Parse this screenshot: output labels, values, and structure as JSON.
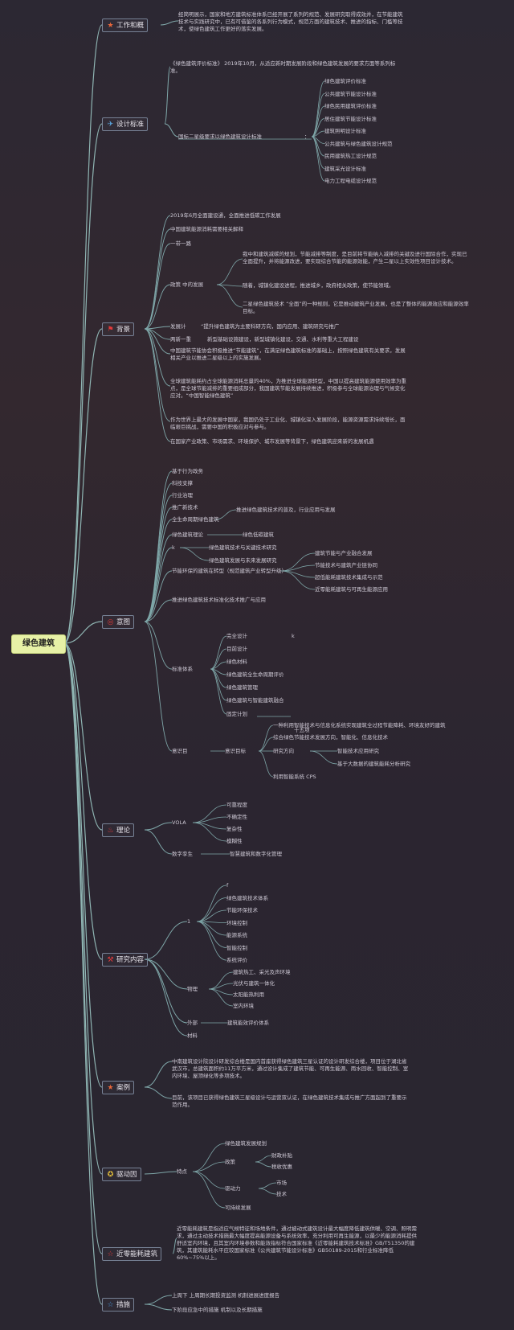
{
  "root": "绿色建筑",
  "branches": {
    "b1": {
      "icon": "star-icon",
      "label": "工作和概",
      "color": "#e8673a",
      "t1": "经简明展示，国家和地方建筑标准体系已经开展了系列的规范、发展研究取得成效并，在节能建筑技术与实践研究中，已有可借鉴的各系列行为模式，规范方面的建筑技术、推进的指标、门槛等技术，使绿色建筑工作更好的落实发展。"
    },
    "b2": {
      "icon": "paper-plane-icon",
      "label": "设计标准",
      "color": "#5aa6e0",
      "t1": "《绿色建筑评价标准》 2019年10月，从适应新时期发展阶段和绿色建筑发展的要求方面等系列标准。",
      "t2": "国标二星级要求以绿色建筑设计标准",
      "t3": "：",
      "items": [
        "绿色建筑评价标准",
        "公共建筑节能设计标准",
        "绿色民用建筑评价标准",
        "居住建筑节能设计标准",
        "建筑照明设计标准",
        "公共建筑与绿色建筑设计规范",
        "民用建筑热工设计规范",
        "建筑采光设计标准",
        "电力工程电缆设计规范"
      ]
    },
    "b3": {
      "icon": "flag-icon",
      "label": "背景",
      "color": "#e23a3a",
      "t1": "2019年6月全面建设通，全面推进低碳工作发展",
      "t2": "中国建筑能源消耗需要相关解释",
      "t3": "一带一路",
      "t4": "政策  中的发展",
      "t5": "我中和建筑减碳的规划，节能减排等制度，是目前将节能纳入减排的关键及进行国际合作，实现已全面提升，并将能源改进，要实现综合节能的能源效能，产生二星以上实效性项目设计技术。",
      "t6": "随着，城镇化建设进程，推进城乡，政府相关政策，使节能领域。",
      "t7": "二星绿色建筑技术 “全面”的一种规则，它是推动建筑产业发展，也是了整体的能源效应和能源效率目标。",
      "t8": "发展计",
      "t9": "“提升绿色建筑为主要科研方向，国内应用、建筑研究与推广",
      "t10": "两新一重",
      "t11": "新型基础设施建设，新型城镇化建设，交通、水利等重大工程建设",
      "t12": "中国建筑节能协会积极推进“节能建筑”，在满足绿色建筑标准的基础上，按照绿色建筑有关要求，发展相关产业以推进二星级以上的实施发展。",
      "t13": "全球建筑能耗约占全球能源消耗总量的40%，为推进全球能源转型，中国以提高建筑能源使用效率为重点，是全球节能减排的重要组成部分，我国建筑节能发展持续推进，积极参与全球能源治理与气候变化应对。“中国智能绿色建筑”",
      "t14": "作为世界上最大的发展中国家，我国仍处于工业化、城镇化深入发展阶段，能源资源需求持续增长，面临艰巨挑战，需要中国的积极应对与参与。",
      "t15": "在国家产业政策、市场需求、环境保护、城市发展等背景下，绿色建筑迎来新的发展机遇"
    },
    "b4": {
      "icon": "target-icon",
      "label": "意图",
      "color": "#e23a3a",
      "items": [
        "基于行为政务",
        "科技支撑",
        "行业治理",
        "推广新技术",
        "全生命周期绿色建筑",
        "绿色建筑理论",
        "k",
        "节能环保的建筑在转型（规范建筑产业转型升级）",
        "推进绿色建筑技术标准化技术推广与应用",
        "标准体系",
        "意识目"
      ],
      "t_tech": "推进绿色建筑技术的普及，行业应用与发展",
      "t_theory": "绿色低碳建筑",
      "k_items": [
        "绿色建筑技术与关键技术研究",
        "绿色建筑发展与未来发展研究"
      ],
      "trans": [
        "建筑节能与产业融合发展",
        "节能技术与建筑产业链协同",
        "超低能耗建筑技术集成与示范",
        "近零能耗建筑与可再生能源应用"
      ],
      "sys_items": [
        "完全设计",
        "目前设计",
        "绿色材料",
        "绿色建筑全生命周期评价",
        "绿色建筑管理",
        "绿色建筑与智能建筑融合",
        "固定计划"
      ],
      "sys_mark": "k",
      "sys_end": "十五项",
      "aware": "意识目标",
      "aware_items": [
        "一种利用智能技术与信息化系统实现建筑全过程节能降耗、环境友好的建筑",
        "综合绿色节能技术发展方向，智能化、信息化技术",
        "研究方向",
        "利用智能系统 CPS"
      ],
      "dir_items": [
        "智能技术应用研究",
        "基于大数据的建筑能耗分析研究"
      ]
    },
    "b5": {
      "icon": "fire-icon",
      "label": "理论",
      "color": "#e23a3a",
      "v": "VOLA",
      "v_items": [
        "可靠程度",
        "不确定性",
        "复杂性",
        "模糊性"
      ],
      "d": "数字孪生",
      "d_t": "智慧建筑和数字化管理"
    },
    "b6": {
      "icon": "tools-icon",
      "label": "研究内容",
      "color": "#e23a3a",
      "g1": "1",
      "g1_items": [
        "f",
        "绿色建筑技术体系",
        "节能环保技术",
        "环境控制",
        "能源系统",
        "智能控制",
        "系统评价"
      ],
      "g2": "物理",
      "g2_items": [
        "建筑热工、采光及声环境",
        "光伏与建筑一体化",
        "太阳能热利用",
        "室内环境"
      ],
      "g3": "外部",
      "g3_t": "建筑能效评价体系",
      "g4": "材料"
    },
    "b7": {
      "icon": "star-icon",
      "label": "案例",
      "color": "#e8673a",
      "t1": "中南建筑设计院设计研发综合楼是国内首座获得绿色建筑三星认证的设计研发综合楼，项目位于湖北省武汉市，总建筑面积约11万平方米，通过设计集成了建筑节能、可再生能源、雨水回收、智能控制、室内环境、屋顶绿化等多项技术。",
      "t2": "目前，该项目已获得绿色建筑三星级设计与运营双认证，在绿色建筑技术集成与推广方面起到了重要示范作用。"
    },
    "b8": {
      "icon": "badge-icon",
      "label": "驱动因",
      "color": "#e8c23a",
      "m": "特点",
      "items": [
        "绿色建筑发展规划",
        "政策",
        "驱动力",
        "可持续发展"
      ],
      "p_items": [
        "财政补贴",
        "税收优惠"
      ],
      "d_items": [
        "市场",
        "技术"
      ]
    },
    "b9": {
      "icon": "star-outline-icon",
      "label": "近零能耗建筑",
      "color": "#e23a3a",
      "t1": "近零能耗建筑是指适应气候特征和场地条件，通过被动式建筑设计最大幅度降低建筑供暖、空调、照明需求，通过主动技术措施最大幅度提高能源设备与系统效率，充分利用可再生能源，以最少的能源消耗提供舒适室内环境，且其室内环境参数和能效指标符合国家标准《近零能耗建筑技术标准》GB/T51350的建筑，其建筑能耗水平应较国家标准《公共建筑节能设计标准》GB50189-2015和行业标准降低60%~75%以上。"
    },
    "b10": {
      "icon": "star-outline-icon",
      "label": "措施",
      "color": "#4a9ae0",
      "t1": "上周下 上周期长期投资监测 机制进展进度报告",
      "t2": "下阶段应急中的措施 机制以及长期措施"
    }
  }
}
